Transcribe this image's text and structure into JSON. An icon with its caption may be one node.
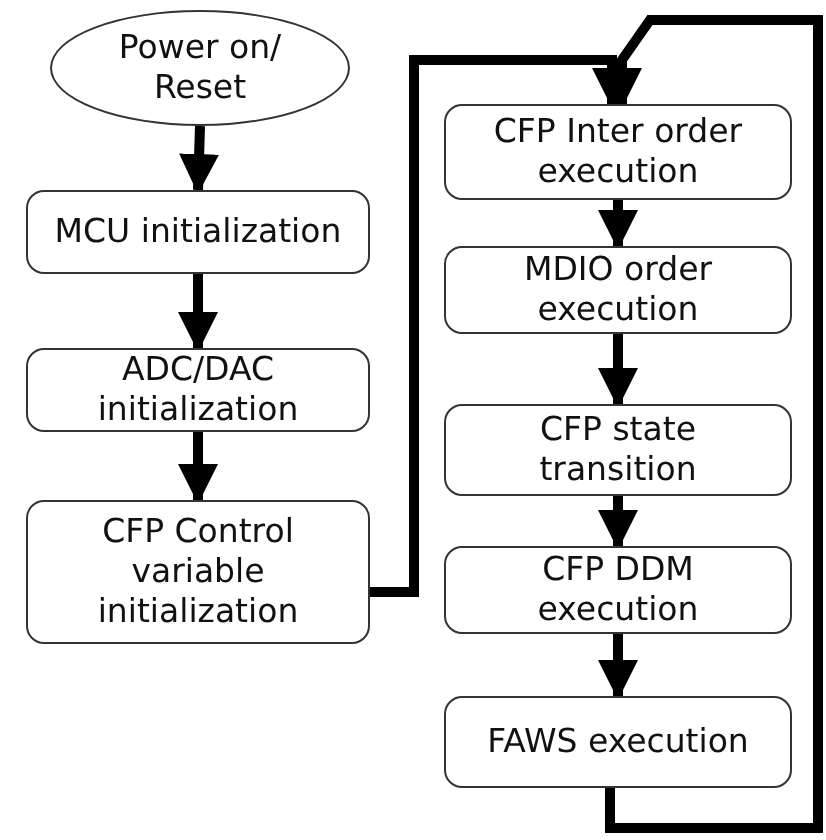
{
  "diagram": {
    "nodes": [
      {
        "text": [
          "Power on/ Reset"
        ]
      },
      {
        "text": [
          "MCU initialization"
        ]
      },
      {
        "text": [
          "ADC/DAC initialization"
        ]
      },
      {
        "text": [
          "CFP Control variable initialization"
        ]
      },
      {
        "text": [
          "CFP Inter order execution"
        ]
      },
      {
        "text": [
          "MDIO order execution"
        ]
      },
      {
        "text": [
          "CFP state transition"
        ]
      },
      {
        "text": [
          "CFP DDM execution"
        ]
      },
      {
        "text": [
          "FAWS execution"
        ]
      }
    ],
    "edges": [
      {
        "from": 0,
        "to": 1,
        "arrow": "to"
      },
      {
        "from": 1,
        "to": 2,
        "arrow": "to"
      },
      {
        "from": 2,
        "to": 3,
        "arrow": "to"
      },
      {
        "from": 3,
        "to": 4,
        "arrow": "to"
      },
      {
        "from": 4,
        "to": 5,
        "arrow": "to"
      },
      {
        "from": 5,
        "to": 6,
        "arrow": "to"
      },
      {
        "from": 6,
        "to": 7,
        "arrow": "to"
      },
      {
        "from": 7,
        "to": 8,
        "arrow": "to"
      },
      {
        "from": 8,
        "to": 4,
        "arrow": "to"
      }
    ]
  }
}
